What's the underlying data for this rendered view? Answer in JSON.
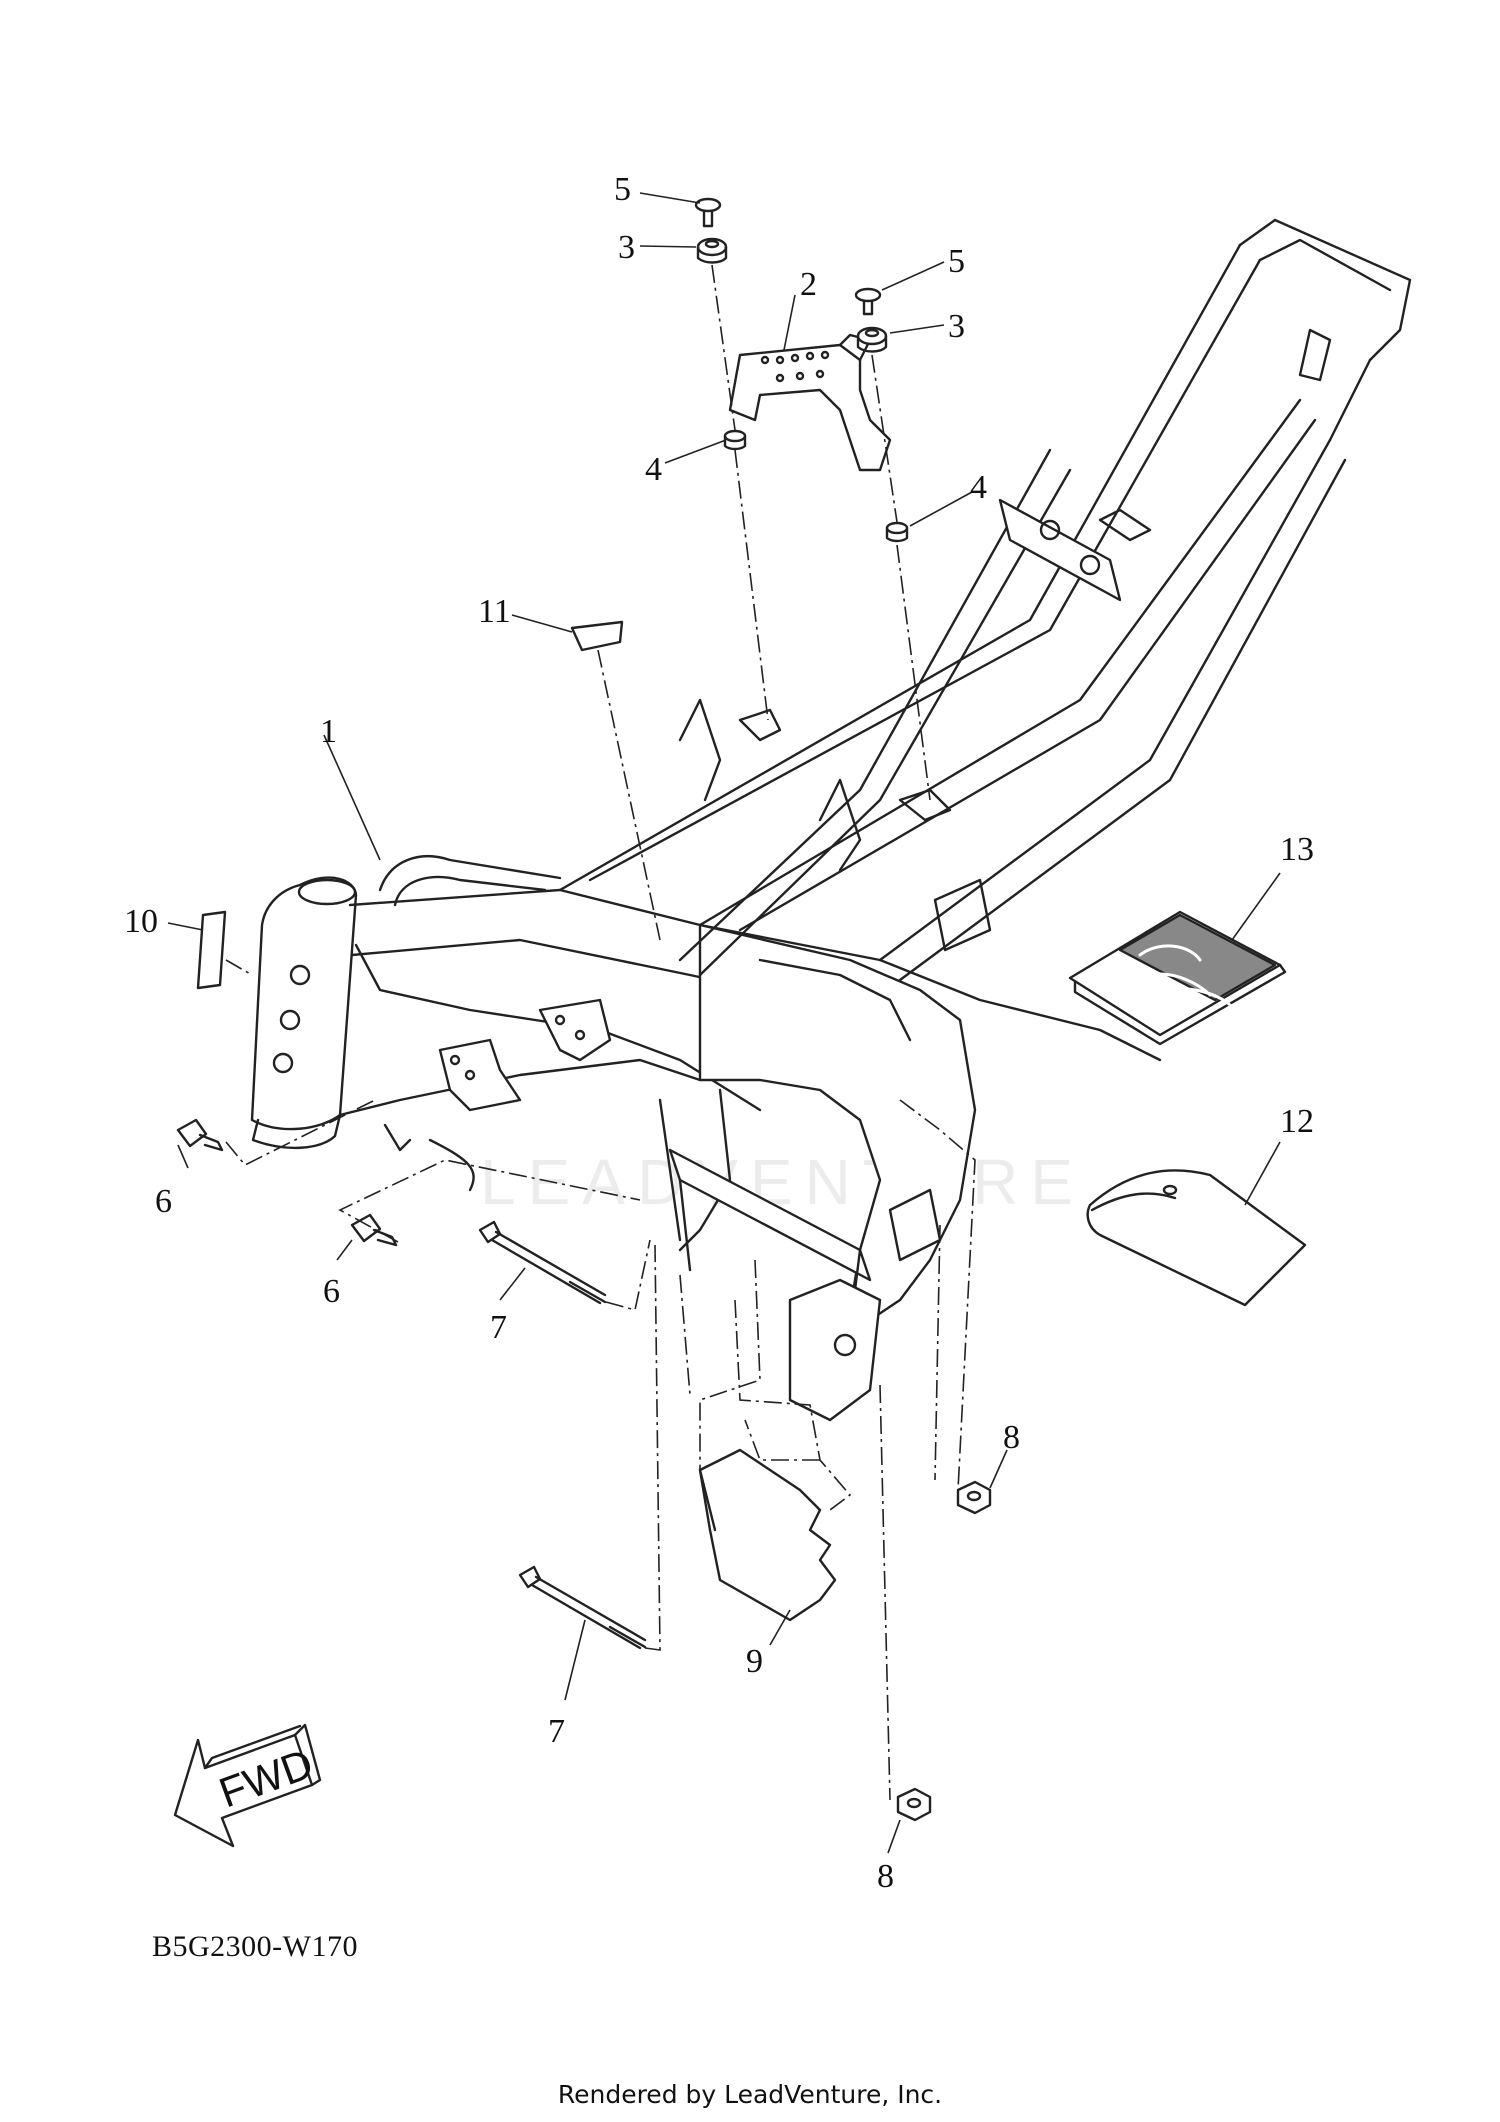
{
  "diagram": {
    "code": "B5G2300-W170",
    "footer": "Rendered by LeadVenture, Inc.",
    "watermark": "LEADVENTURE",
    "fwd_label": "FWD",
    "callouts": {
      "c1": "1",
      "c2": "2",
      "c3a": "3",
      "c3b": "3",
      "c4a": "4",
      "c4b": "4",
      "c5a": "5",
      "c5b": "5",
      "c6a": "6",
      "c6b": "6",
      "c7a": "7",
      "c7b": "7",
      "c8a": "8",
      "c8b": "8",
      "c9": "9",
      "c10": "10",
      "c11": "11",
      "c12": "12",
      "c13": "13"
    }
  }
}
